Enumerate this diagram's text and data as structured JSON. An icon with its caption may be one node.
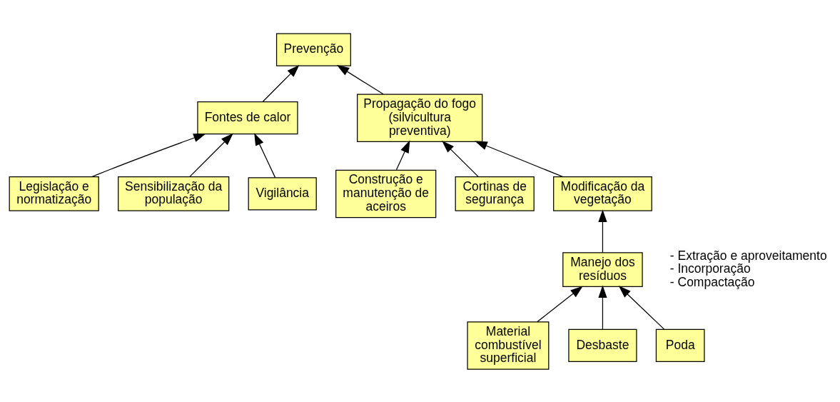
{
  "diagram": {
    "nodes": [
      {
        "text": [
          "Prevenção"
        ]
      },
      {
        "text": [
          "Fontes de calor"
        ]
      },
      {
        "text": [
          "Propagação do fogo (silvicultura preventiva)"
        ]
      },
      {
        "text": [
          "Legislação e normatização"
        ]
      },
      {
        "text": [
          "Sensibilização da população"
        ]
      },
      {
        "text": [
          "Vigilância"
        ]
      },
      {
        "text": [
          "Construção e manutenção de aceiros"
        ]
      },
      {
        "text": [
          "Cortinas de segurança"
        ]
      },
      {
        "text": [
          "Modificação da vegetação"
        ]
      },
      {
        "text": [
          "Material combustível superficial"
        ]
      },
      {
        "text": [
          "Manejo dos resíduos"
        ],
        "beside": [
          "- Extração e aproveitamento",
          "- Incorporação",
          "- Compactação"
        ]
      },
      {
        "text": [
          "Desbaste"
        ]
      },
      {
        "text": [
          "Poda"
        ]
      }
    ],
    "edges": [
      {
        "from": 1,
        "to": 0,
        "arrow": "to"
      },
      {
        "from": 2,
        "to": 0,
        "arrow": "to"
      },
      {
        "from": 3,
        "to": 1,
        "arrow": "to"
      },
      {
        "from": 4,
        "to": 1,
        "arrow": "to"
      },
      {
        "from": 5,
        "to": 1,
        "arrow": "to"
      },
      {
        "from": 6,
        "to": 2,
        "arrow": "to"
      },
      {
        "from": 7,
        "to": 2,
        "arrow": "to"
      },
      {
        "from": 8,
        "to": 2,
        "arrow": "to"
      },
      {
        "from": 10,
        "to": 8,
        "arrow": "to"
      },
      {
        "from": 9,
        "to": 10,
        "arrow": "to"
      },
      {
        "from": 11,
        "to": 10,
        "arrow": "to"
      },
      {
        "from": 12,
        "to": 10,
        "arrow": "to"
      }
    ]
  }
}
